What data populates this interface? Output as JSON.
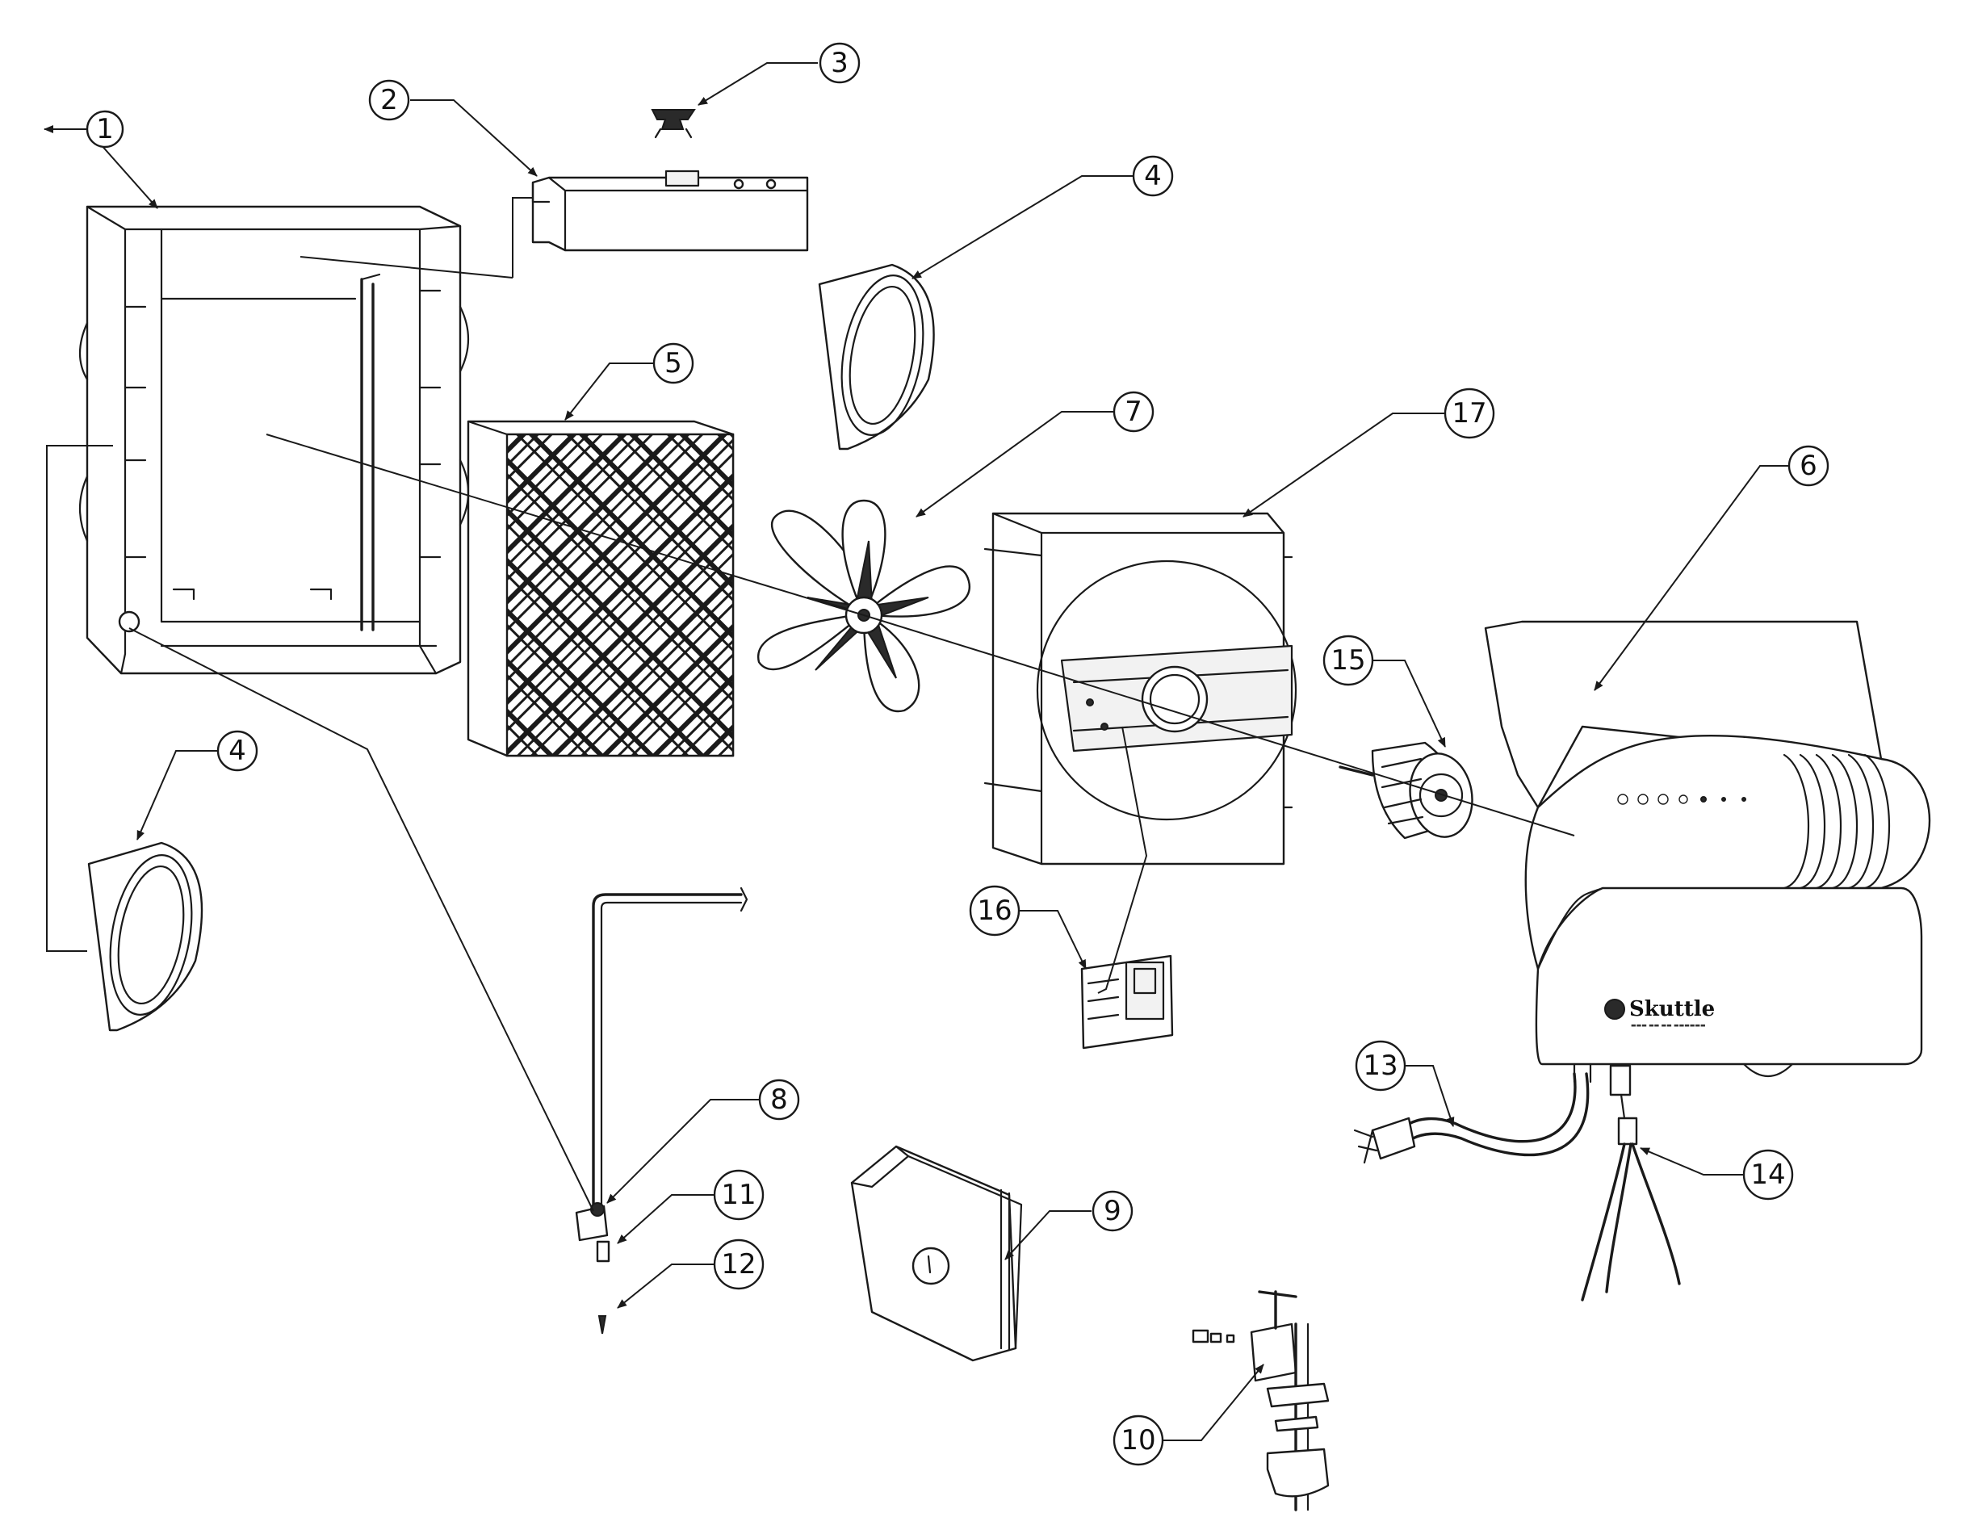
{
  "diagram": {
    "brand_logo_text": "Skuttle",
    "callouts": [
      "1",
      "2",
      "3",
      "4",
      "4",
      "5",
      "6",
      "7",
      "8",
      "9",
      "10",
      "11",
      "12",
      "13",
      "14",
      "15",
      "16",
      "17"
    ]
  }
}
